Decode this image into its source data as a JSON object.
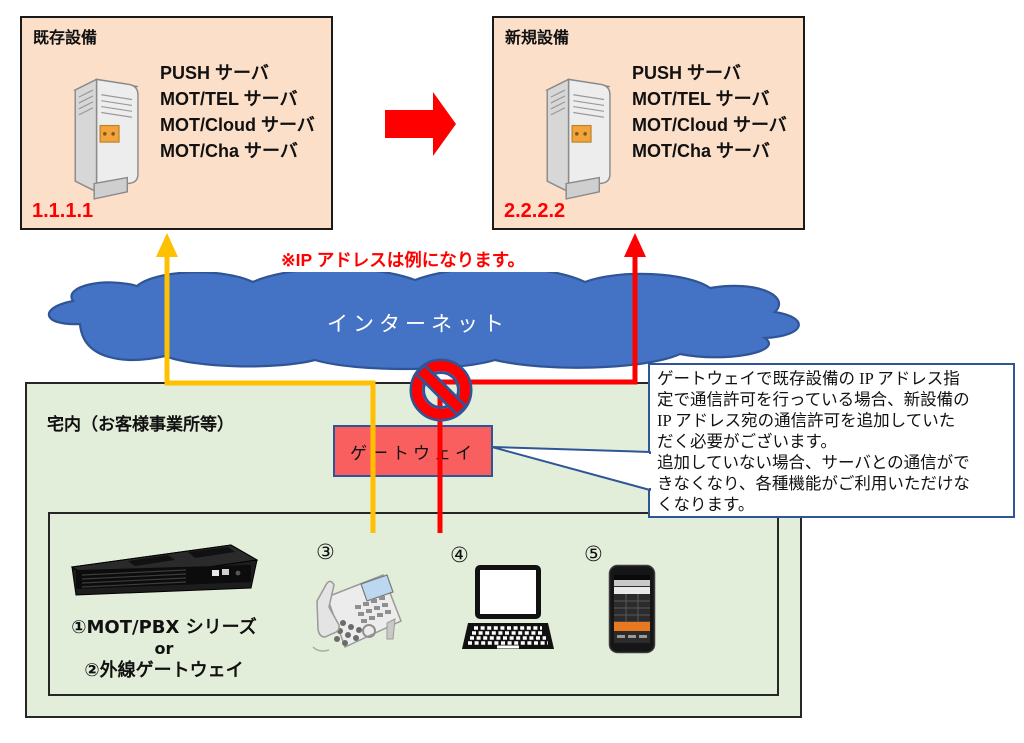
{
  "existing": {
    "title": "既存設備",
    "servers": [
      "PUSH サーバ",
      "MOT/TEL サーバ",
      "MOT/Cloud サーバ",
      "MOT/Cha サーバ"
    ],
    "ip": "1.1.1.1"
  },
  "new": {
    "title": "新規設備",
    "servers": [
      "PUSH サーバ",
      "MOT/TEL サーバ",
      "MOT/Cloud サーバ",
      "MOT/Cha サーバ"
    ],
    "ip": "2.2.2.2"
  },
  "ip_note": "※IP アドレスは例になります。",
  "internet": {
    "label": "インターネット"
  },
  "premises": {
    "title": "宅内（お客様事業所等）"
  },
  "gateway": {
    "label": "ゲートウェイ"
  },
  "callout": {
    "lines": [
      "ゲートウェイで既存設備の IP アドレス指",
      "定で通信許可を行っている場合、新設備の",
      "IP アドレス宛の通信許可を追加していた",
      "だく必要がございます。",
      "追加していない場合、サーバとの通信がで",
      "きなくなり、各種機能がご利用いただけな",
      "くなります。"
    ]
  },
  "devices": {
    "pbx_line1": "①MOT/PBX シリーズ",
    "pbx_line2": "or",
    "pbx_line3": "②外線ゲートウェイ",
    "phone_number": "③",
    "laptop_number": "④",
    "smartphone_number": "⑤"
  },
  "colors": {
    "equipment_box_fill": "#FBDFC9",
    "premises_fill": "#E3EEDA",
    "cloud_fill": "#4472C4",
    "cloud_stroke": "#2F5597",
    "arrow_red": "#FF0000",
    "line_yellow": "#FFC000",
    "gateway_fill": "#F95F5F",
    "callout_border": "#2E5597",
    "ip_text": "#FF0000",
    "server_badge_orange": "#F2A33A"
  }
}
